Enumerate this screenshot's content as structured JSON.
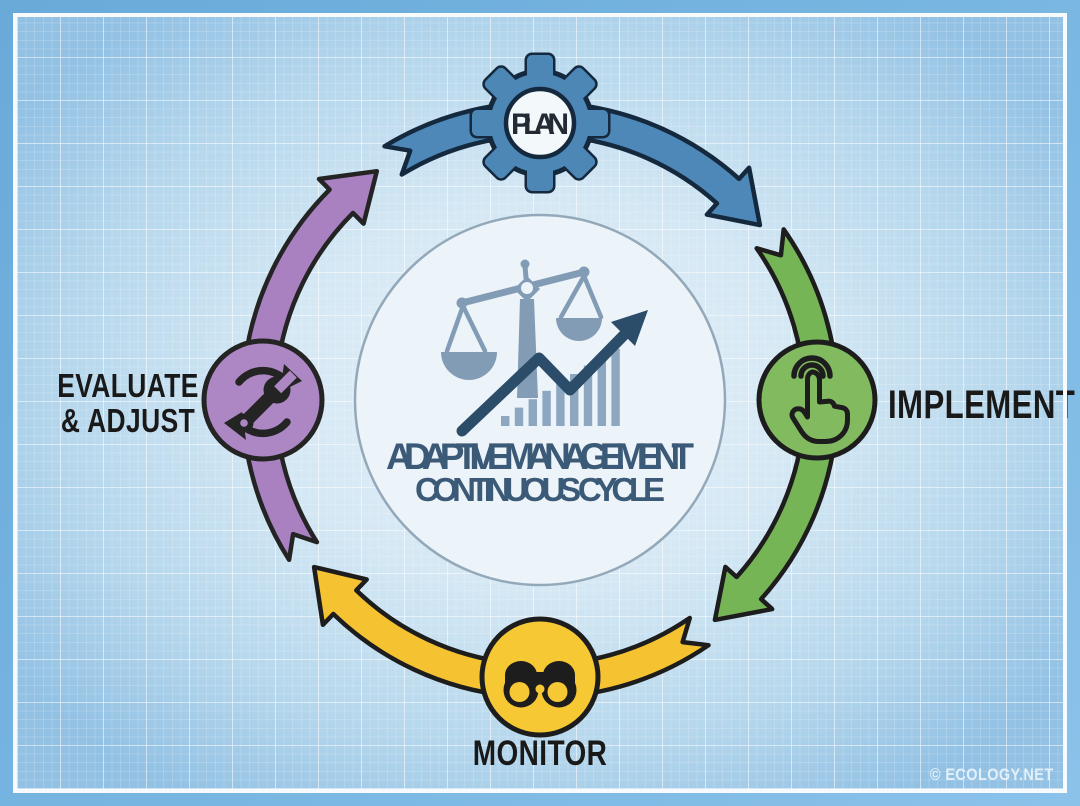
{
  "title": {
    "line1": "ADAPTIVE MANAGEMENT",
    "line2": "CONTINUOUS CYCLE"
  },
  "watermark": "© ECOLOGY.NET",
  "stages": [
    {
      "id": "plan",
      "label": "PLAN",
      "node_color": "#4d87b6",
      "arrow_color": "#4e88b8",
      "outline_color": "#14293d",
      "icon": "gear-icon"
    },
    {
      "id": "implement",
      "label": "IMPLEMENT",
      "node_color": "#82ba5f",
      "arrow_color": "#76b556",
      "outline_color": "#1d1d1d",
      "icon": "tap-hand-icon"
    },
    {
      "id": "monitor",
      "label": "MONITOR",
      "node_color": "#f6c834",
      "arrow_color": "#f5c232",
      "outline_color": "#1d1d1d",
      "icon": "binoculars-icon"
    },
    {
      "id": "evaluate",
      "label": "EVALUATE & ADJUST",
      "label_line1": "EVALUATE",
      "label_line2": "& ADJUST",
      "node_color": "#ad87c3",
      "arrow_color": "#a981c1",
      "outline_color": "#242424",
      "icon": "wrench-refresh-icon"
    }
  ],
  "center": {
    "icon": "scale-and-growth-chart-icon"
  },
  "cycle_direction": "clockwise",
  "colors": {
    "ink": "#191919",
    "title": "#3b5a77",
    "scale": "#7e98b3",
    "bar": "#8da7c0",
    "zig": "#2b4d6a",
    "center-fill": "#ecf3f9",
    "center-ring": "#93a9ba",
    "inner-white": "#f3f8fb",
    "watermark": "#eaf4fb"
  }
}
